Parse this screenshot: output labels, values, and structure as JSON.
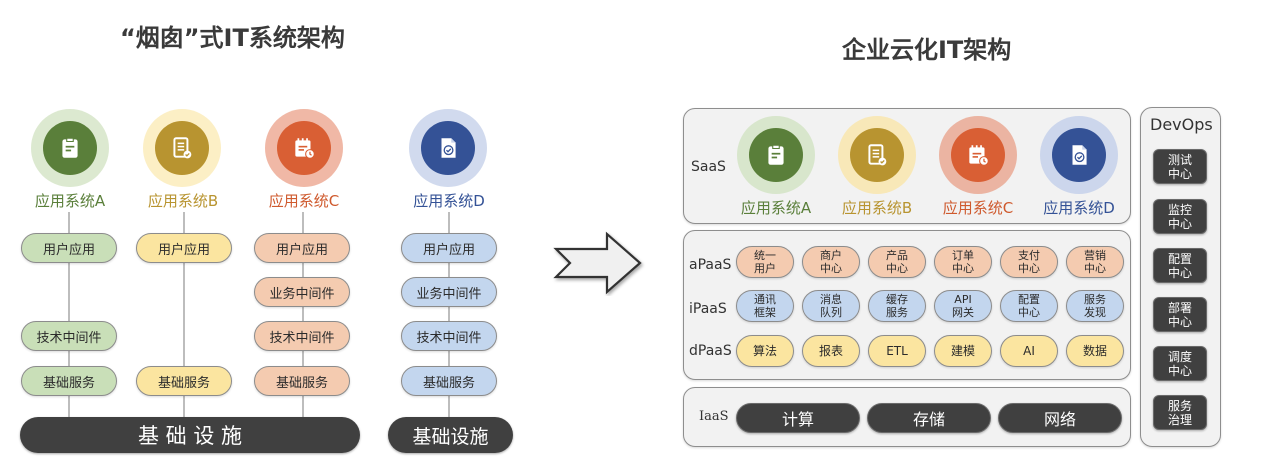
{
  "left": {
    "title": "“烟囱”式IT系统架构",
    "apps": [
      {
        "name": "应用系统A",
        "icon": "clipboard-icon",
        "color": "#5a7f3a",
        "ring": "#dce9d0",
        "label_color": "#5a7f3a",
        "pill_fill": "#c9dfb8",
        "layers": [
          "用户应用",
          "",
          "技术中间件",
          "基础服务"
        ]
      },
      {
        "name": "应用系统B",
        "icon": "document-check-icon",
        "color": "#b89430",
        "ring": "#fcefc5",
        "label_color": "#b89430",
        "pill_fill": "#fbe5a0",
        "layers": [
          "用户应用",
          "",
          "",
          "基础服务"
        ]
      },
      {
        "name": "应用系统C",
        "icon": "calendar-clock-icon",
        "color": "#d95f34",
        "ring": "#f0b8a6",
        "label_color": "#cf5a2e",
        "pill_fill": "#f4cbb0",
        "layers": [
          "用户应用",
          "业务中间件",
          "技术中间件",
          "基础服务"
        ]
      },
      {
        "name": "应用系统D",
        "icon": "file-check-icon",
        "color": "#345296",
        "ring": "#d1daee",
        "label_color": "#345296",
        "pill_fill": "#c3d6ee",
        "layers": [
          "用户应用",
          "业务中间件",
          "技术中间件",
          "基础服务"
        ]
      }
    ],
    "infra_shared": "基 础 设 施",
    "infra_separate": "基础设施"
  },
  "arrow": {
    "icon": "right-arrow-icon"
  },
  "right": {
    "title": "企业云化IT架构",
    "saas": {
      "label": "SaaS",
      "apps": [
        "应用系统A",
        "应用系统B",
        "应用系统C",
        "应用系统D"
      ]
    },
    "paas": [
      {
        "label": "aPaaS",
        "fill": "#f4cbb0",
        "items": [
          "统一\n用户",
          "商户\n中心",
          "产品\n中心",
          "订单\n中心",
          "支付\n中心",
          "营销\n中心"
        ]
      },
      {
        "label": "iPaaS",
        "fill": "#c3d6ee",
        "items": [
          "通讯\n框架",
          "消息\n队列",
          "缓存\n服务",
          "API\n网关",
          "配置\n中心",
          "服务\n发现"
        ]
      },
      {
        "label": "dPaaS",
        "fill": "#fbe5a0",
        "items": [
          "算法",
          "报表",
          "ETL",
          "建模",
          "AI",
          "数据"
        ]
      }
    ],
    "iaas": {
      "label": "IaaS",
      "items": [
        "计算",
        "存储",
        "网络"
      ]
    },
    "devops": {
      "title": "DevOps",
      "items": [
        "测试\n中心",
        "监控\n中心",
        "配置\n中心",
        "部署\n中心",
        "调度\n中心",
        "服务\n治理"
      ]
    }
  }
}
